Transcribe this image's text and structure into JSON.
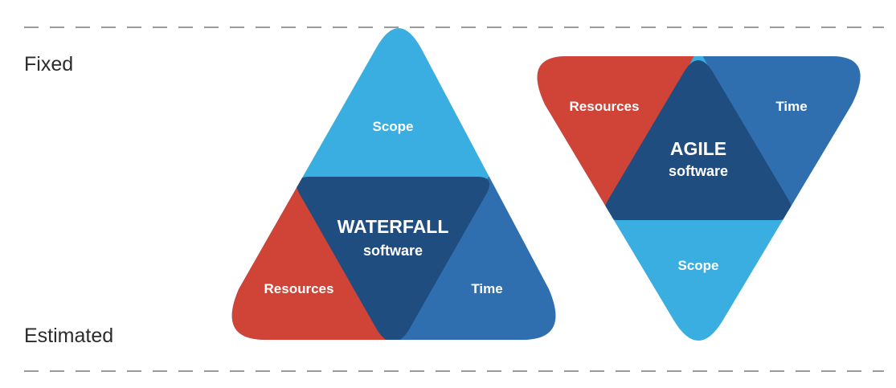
{
  "labels": {
    "fixed": "Fixed",
    "estimated": "Estimated"
  },
  "waterfall": {
    "title": "WATERFALL",
    "subtitle": "software",
    "top": "Scope",
    "bottom_left": "Resources",
    "bottom_right": "Time"
  },
  "agile": {
    "title": "AGILE",
    "subtitle": "software",
    "top_left": "Resources",
    "top_right": "Time",
    "bottom": "Scope"
  },
  "colors": {
    "scope": "#3aaee0",
    "resources": "#d04437",
    "time": "#2f6fb0",
    "center": "#1f4d7f",
    "divider": "#9a9a9a",
    "label_text": "#2b2b2b"
  }
}
